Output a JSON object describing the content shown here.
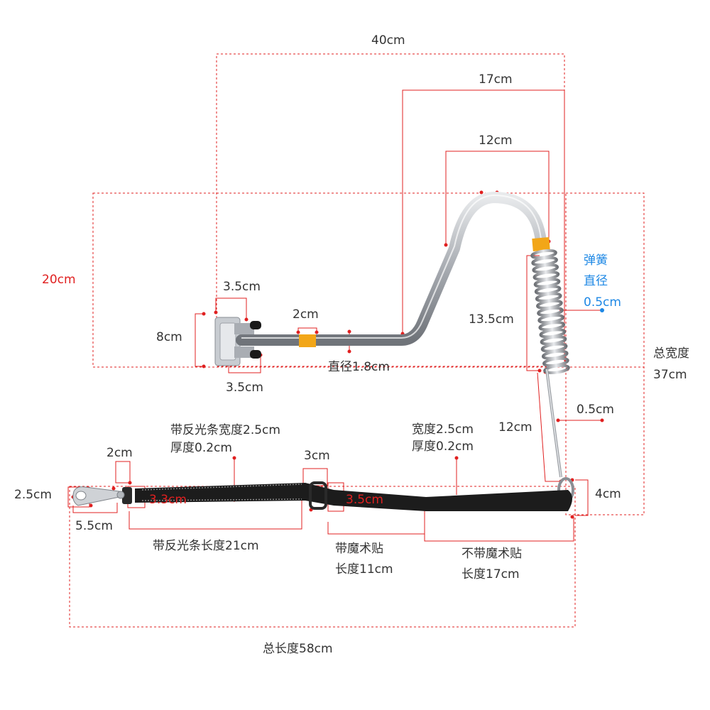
{
  "colors": {
    "dimension_line": "#e02020",
    "text": "#333333",
    "accent_red": "#e02020",
    "accent_blue": "#1e88e5",
    "steel": "#b8bcc2",
    "band": "#f2a618",
    "strap": "#1c1c1c"
  },
  "labels": {
    "width_40": "40cm",
    "len_17": "17cm",
    "len_12_top": "12cm",
    "height_20": "20cm",
    "clamp_top": "3.5cm",
    "clamp_bottom": "3.5cm",
    "clamp_height": "8cm",
    "band_2cm": "2cm",
    "rod_diameter": "直径1.8cm",
    "spring_len": "13.5cm",
    "spring_title_1": "弹簧",
    "spring_title_2": "直径",
    "spring_diameter": "0.5cm",
    "total_width_1": "总宽度",
    "total_width_2": "37cm",
    "wire_len": "12cm",
    "wire_thick": "0.5cm",
    "loop_4cm": "4cm",
    "reflective_width_1": "带反光条宽度2.5cm",
    "reflective_width_2": "厚度0.2cm",
    "strap_width_1": "宽度2.5cm",
    "strap_width_2": "厚度0.2cm",
    "ring_3cm": "3cm",
    "ring_35": "3.5cm",
    "hook_2cm": "2cm",
    "hook_25": "2.5cm",
    "hook_55": "5.5cm",
    "buckle_33": "3.3cm",
    "reflective_len": "带反光条长度21cm",
    "velcro_1": "带魔术贴",
    "velcro_2": "长度11cm",
    "no_velcro_1": "不带魔术贴",
    "no_velcro_2": "长度17cm",
    "total_len": "总长度58cm"
  }
}
